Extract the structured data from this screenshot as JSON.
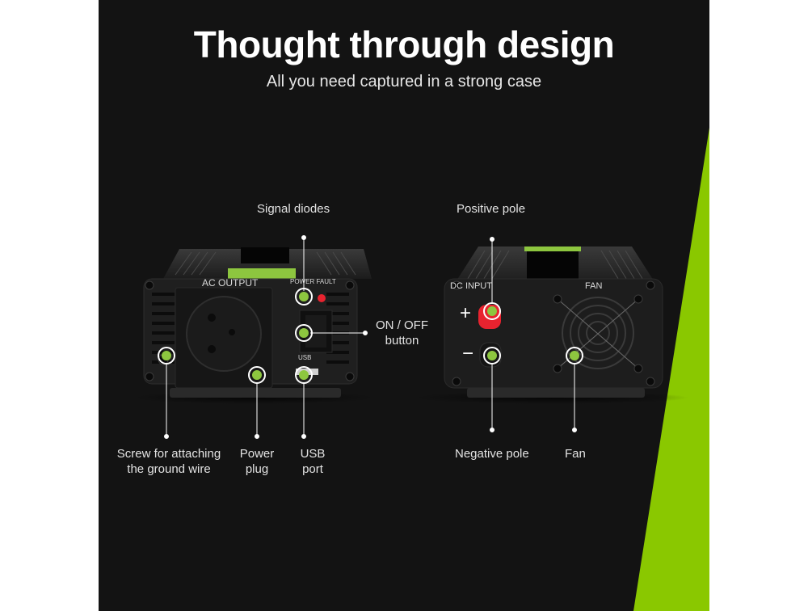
{
  "header": {
    "title": "Thought through design",
    "subtitle": "All you need captured in a strong case"
  },
  "colors": {
    "background": "#131313",
    "accent": "#8dc63f",
    "text": "#e3e3e3",
    "positive_terminal": "#e8232f"
  },
  "front_view": {
    "device_labels": {
      "ac_output": "AC OUTPUT",
      "power_fault": "POWER FAULT",
      "usb": "USB"
    },
    "callouts": [
      {
        "id": "signal-diodes",
        "label": "Signal diodes"
      },
      {
        "id": "on-off-button",
        "label_line1": "ON / OFF",
        "label_line2": "button"
      },
      {
        "id": "ground-screw",
        "label_line1": "Screw for attaching",
        "label_line2": "the ground wire"
      },
      {
        "id": "power-plug",
        "label_line1": "Power",
        "label_line2": "plug"
      },
      {
        "id": "usb-port",
        "label_line1": "USB",
        "label_line2": "port"
      }
    ]
  },
  "back_view": {
    "device_labels": {
      "dc_input": "DC INPUT",
      "fan": "FAN",
      "plus": "+",
      "minus": "−"
    },
    "callouts": [
      {
        "id": "positive-pole",
        "label": "Positive pole"
      },
      {
        "id": "negative-pole",
        "label": "Negative pole"
      },
      {
        "id": "fan",
        "label": "Fan"
      }
    ]
  }
}
